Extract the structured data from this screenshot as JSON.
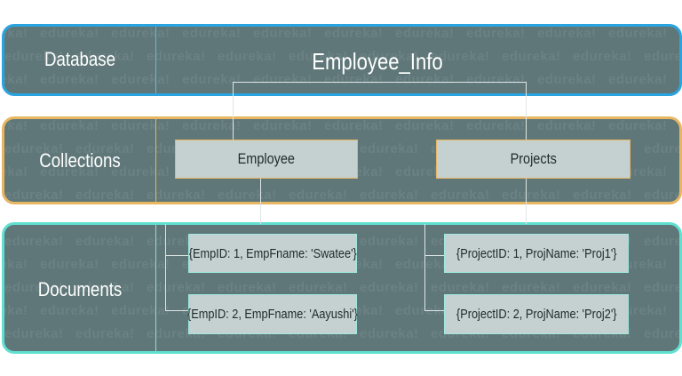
{
  "watermark": "edureka!",
  "colors": {
    "band_fill": "#5f7779",
    "database_border": "#2aa4e0",
    "collections_border": "#e8b660",
    "documents_border": "#5fe0d0"
  },
  "database": {
    "label": "Database",
    "name": "Employee_Info"
  },
  "collections": {
    "label": "Collections",
    "items": [
      "Employee",
      "Projects"
    ]
  },
  "documents": {
    "label": "Documents",
    "employee_docs": [
      "{EmpID: 1, EmpFname: 'Swatee'}",
      "{EmpID: 2, EmpFname: 'Aayushi'}"
    ],
    "project_docs": [
      "{ProjectID: 1, ProjName: 'Proj1'}",
      "{ProjectID: 2, ProjName: 'Proj2'}"
    ]
  }
}
